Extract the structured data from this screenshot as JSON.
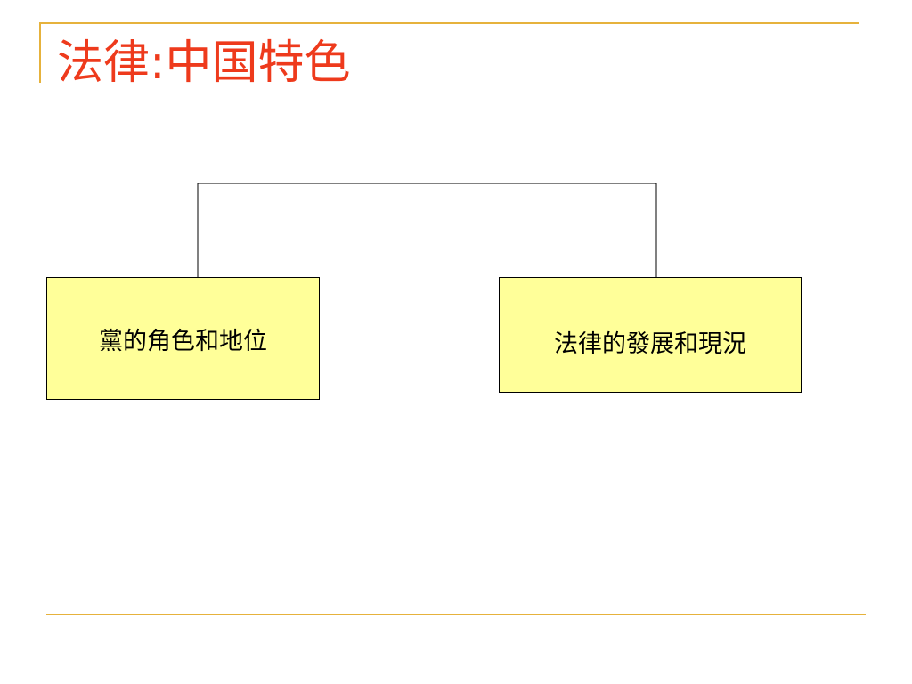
{
  "slide": {
    "title": "法律:中国特色"
  },
  "diagram": {
    "nodes": [
      {
        "id": "party",
        "label": "黨的角色和地位"
      },
      {
        "id": "law",
        "label": "法律的發展和現況"
      }
    ],
    "colors": {
      "node_fill": "#ffff99",
      "node_border": "#000000",
      "title": "#ee3a1c",
      "accent": "#e6b23c"
    }
  }
}
